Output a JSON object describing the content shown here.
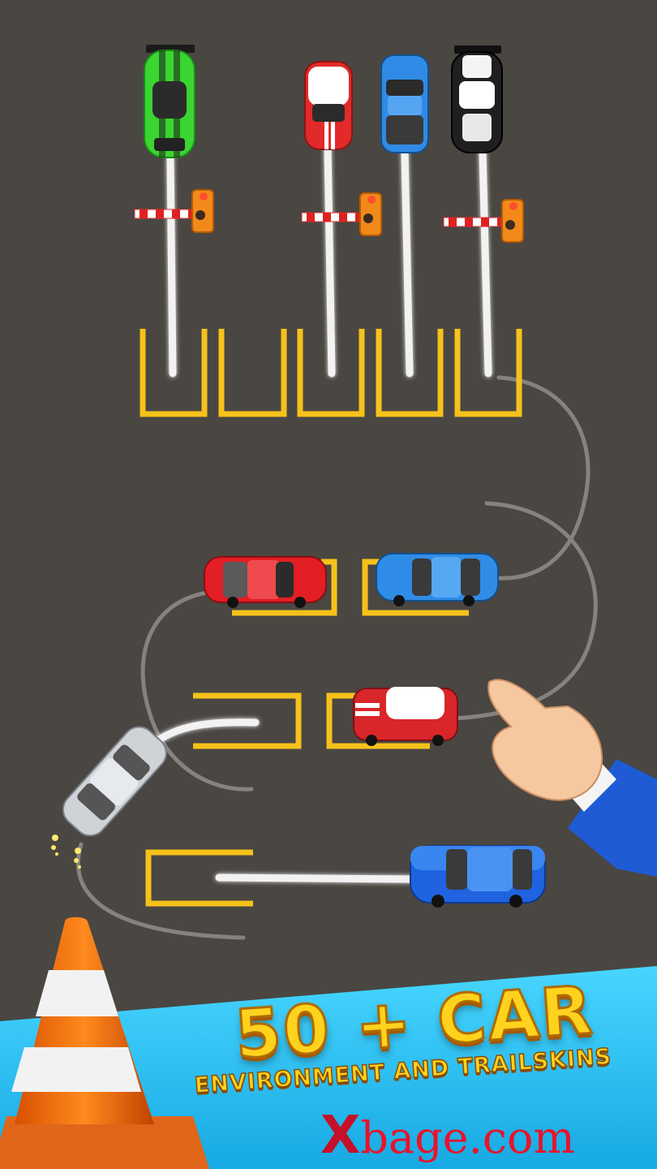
{
  "banner": {
    "headline": "50 + CAR",
    "subline": "ENVIRONMENT AND TRAILSKINS",
    "color_bg": "#2cc3ef",
    "color_text": "#ffd21e"
  },
  "watermark": {
    "mark": "X",
    "text": "bage.com"
  },
  "colors": {
    "asphalt": "#4a4642",
    "lane_yellow": "#f6c21a",
    "path_white": "#f2f2f2",
    "trail_gray": "#8d8a86"
  },
  "cars": [
    {
      "name": "green-sports-car",
      "color": "#35c62f"
    },
    {
      "name": "red-hatchback",
      "color": "#e22a2a"
    },
    {
      "name": "blue-sedan",
      "color": "#2f8be6"
    },
    {
      "name": "black-sports-car",
      "color": "#1f1f1f"
    },
    {
      "name": "red-sedan",
      "color": "#e31e24"
    },
    {
      "name": "blue-coupe",
      "color": "#2f8de8"
    },
    {
      "name": "red-mini",
      "color": "#d8262a"
    },
    {
      "name": "silver-car",
      "color": "#cfd3d8"
    },
    {
      "name": "blue-hatchback",
      "color": "#1f63e0"
    }
  ],
  "icons": [
    "traffic-cone-icon",
    "pointing-hand-icon",
    "barrier-gate-icon"
  ]
}
